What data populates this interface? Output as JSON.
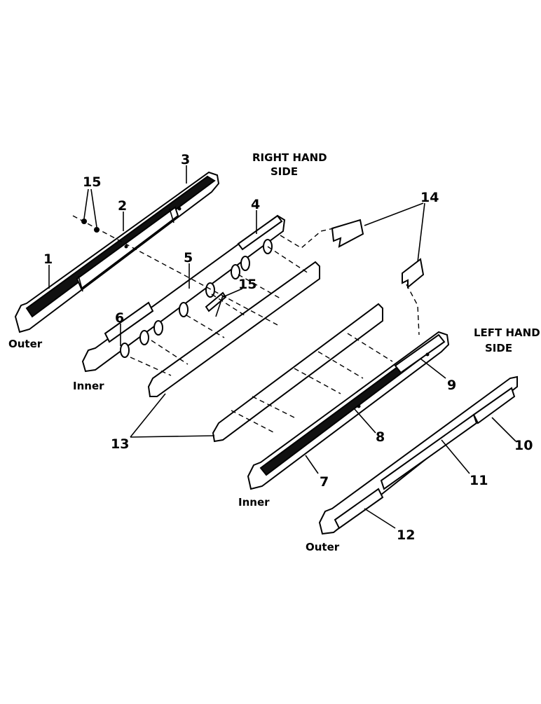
{
  "sides": {
    "right": {
      "line1": "RIGHT HAND",
      "line2": "SIDE"
    },
    "left": {
      "line1": "LEFT HAND",
      "line2": "SIDE"
    }
  },
  "labels": {
    "outer_top": "Outer",
    "inner_top": "Inner",
    "inner_bottom": "Inner",
    "outer_bottom": "Outer"
  },
  "callouts": {
    "c1": "1",
    "c2": "2",
    "c3": "3",
    "c4": "4",
    "c5": "5",
    "c6": "6",
    "c7": "7",
    "c8": "8",
    "c9": "9",
    "c10": "10",
    "c11": "11",
    "c12": "12",
    "c13": "13",
    "c14": "14",
    "c15a": "15",
    "c15b": "15"
  }
}
